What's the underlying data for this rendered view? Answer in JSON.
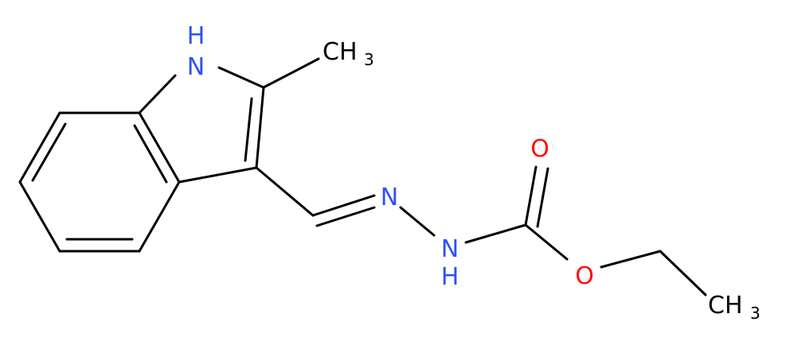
{
  "colors": {
    "bond": "#000000",
    "nitrogen": "#3050F8",
    "oxygen": "#FF0D0D",
    "carbon_label": "#000000"
  },
  "atom_labels": {
    "indole_nh": {
      "element": "N",
      "hydrogen": "H"
    },
    "methyl": {
      "text": "CH",
      "subscript": "3"
    },
    "imine_n": {
      "element": "N"
    },
    "hydrazide_nh": {
      "element": "N",
      "hydrogen": "H"
    },
    "carbonyl_o": {
      "element": "O"
    },
    "ester_o": {
      "element": "O"
    },
    "ethyl_ch3": {
      "text": "CH",
      "subscript": "3"
    }
  }
}
